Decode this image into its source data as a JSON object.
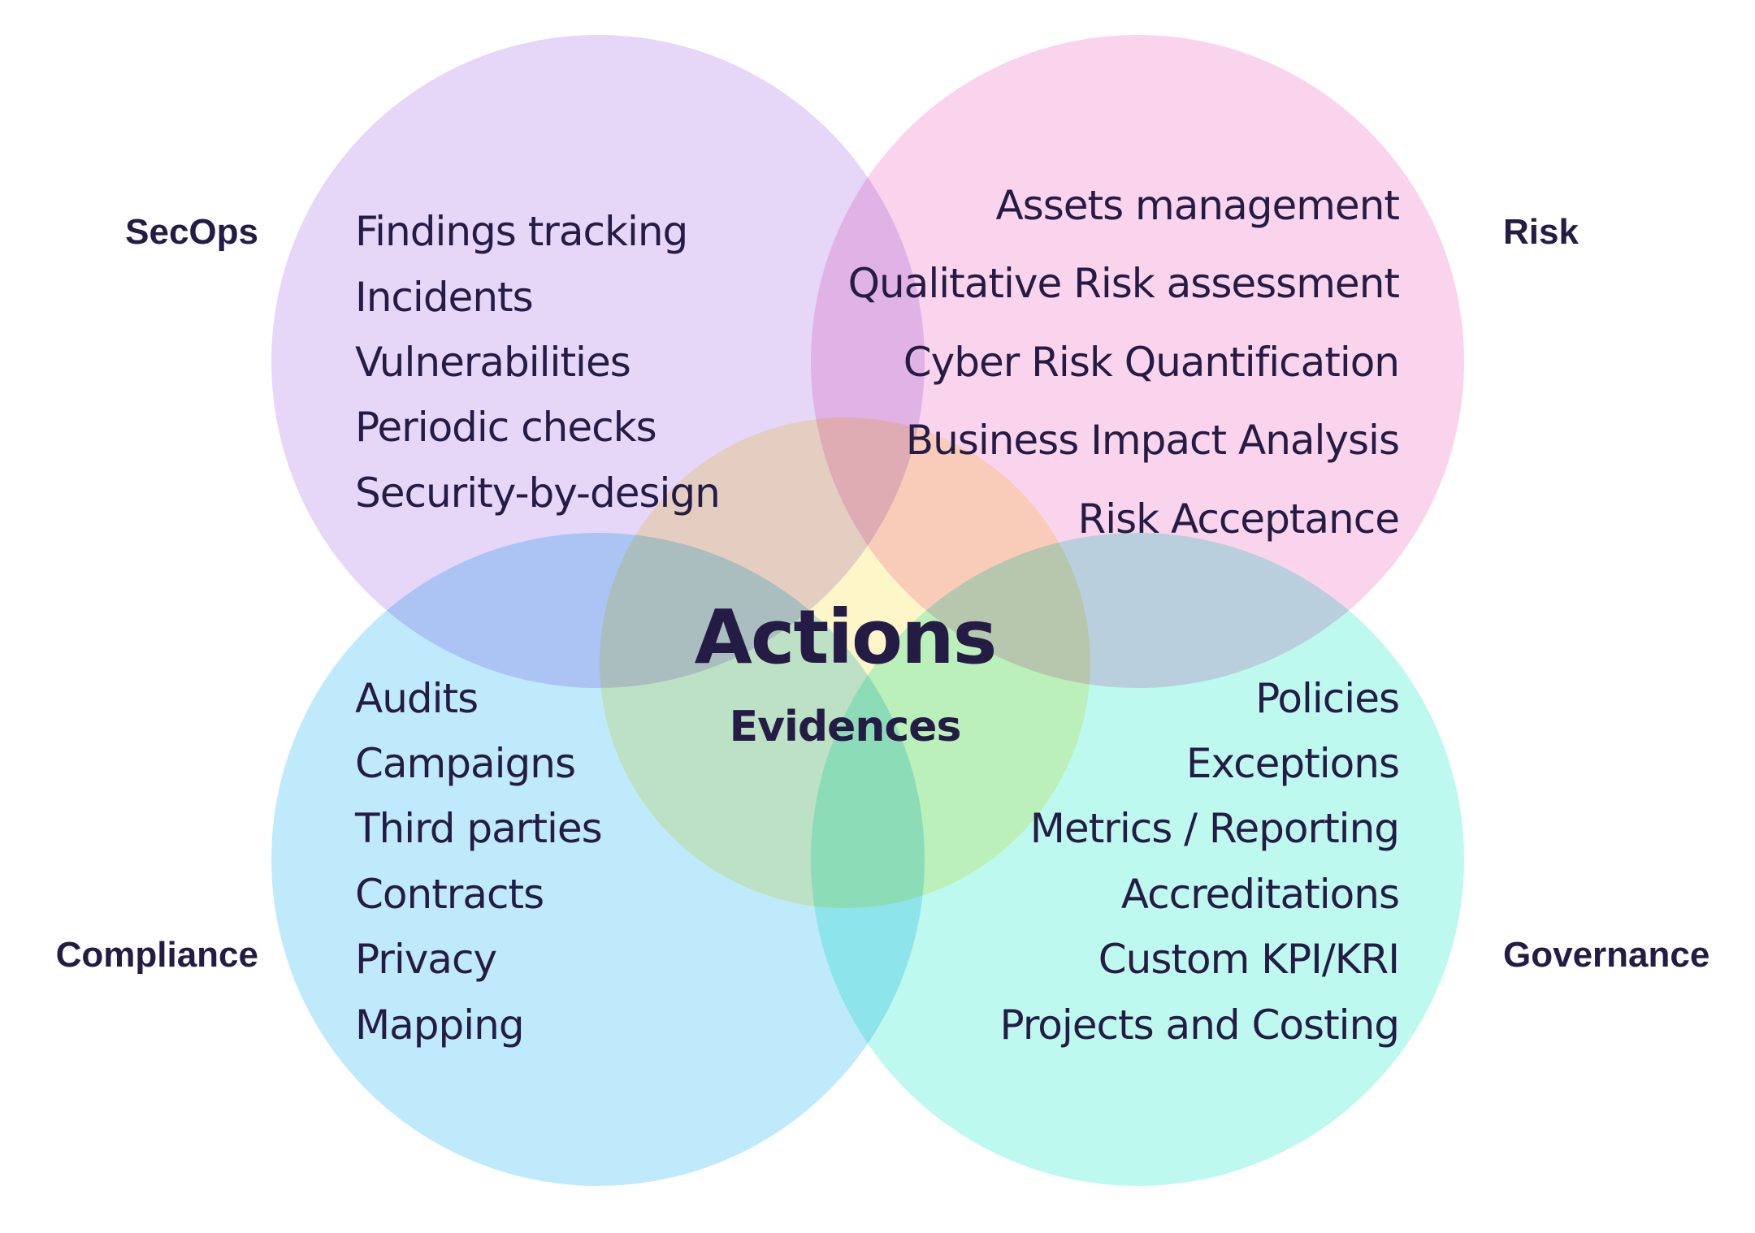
{
  "center": {
    "title": "Actions",
    "subtitle": "Evidences"
  },
  "groups": {
    "secops": {
      "label": "SecOps",
      "color": "#e6d6f8",
      "items": [
        "Findings tracking",
        "Incidents",
        "Vulnerabilities",
        "Periodic checks",
        "Security-by-design"
      ]
    },
    "risk": {
      "label": "Risk",
      "color": "#fad4ec",
      "items": [
        "Assets management",
        "Qualitative Risk assessment",
        "Cyber Risk Quantification",
        "Business Impact Analysis",
        "Risk Acceptance"
      ]
    },
    "compliance": {
      "label": "Compliance",
      "color": "#bfeafb",
      "items": [
        "Audits",
        "Campaigns",
        "Third parties",
        "Contracts",
        "Privacy",
        "Mapping"
      ]
    },
    "governance": {
      "label": "Governance",
      "color": "#bdf9ef",
      "items": [
        "Policies",
        "Exceptions",
        "Metrics / Reporting",
        "Accreditations",
        "Custom KPI/KRI",
        "Projects and  Costing"
      ]
    },
    "center_circle": {
      "color": "#fdf6c8"
    }
  }
}
